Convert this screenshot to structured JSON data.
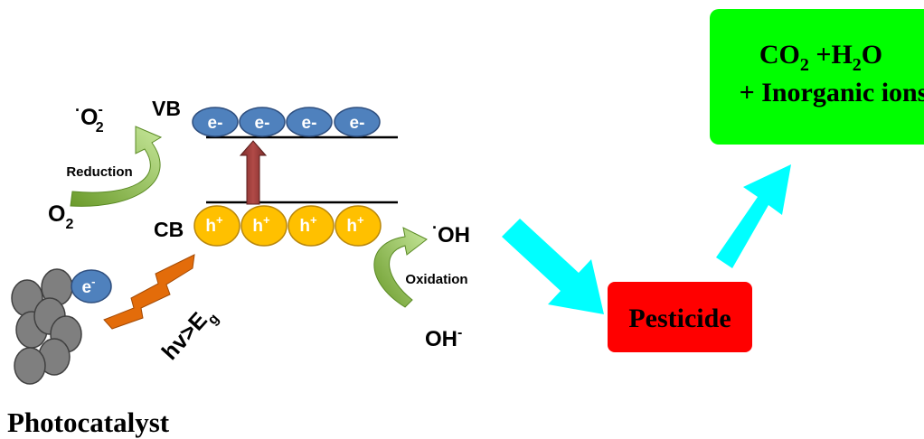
{
  "bands": {
    "vb_label": "VB",
    "cb_label": "CB",
    "electron_label": "e-",
    "hole_base": "h",
    "hole_sup": "+",
    "electrons": [
      "e-",
      "e-",
      "e-",
      "e-"
    ],
    "holes": [
      "h",
      "h",
      "h",
      "h"
    ]
  },
  "reduction": {
    "label": "Reduction",
    "reactant_base": "O",
    "reactant_sub": "2",
    "product_dot": "·",
    "product_base": "O",
    "product_sup": "-",
    "product_sub": "2"
  },
  "oxidation": {
    "label": "Oxidation",
    "reactant_base": "OH",
    "reactant_sup": "-",
    "product_dot": "·",
    "product_base": "OH"
  },
  "excitation": {
    "label_base": "hv>E",
    "label_sub": "g"
  },
  "free_electron": {
    "base": "e",
    "sup": "-"
  },
  "pesticide": {
    "label": "Pesticide"
  },
  "products": {
    "line1_a": "CO",
    "line1_sub": "2",
    "line1_b": " +H",
    "line1_sub2": "2",
    "line1_c": "O",
    "line2": "+ Inorganic ions"
  },
  "photocatalyst": {
    "label": "Photocatalyst"
  },
  "colors": {
    "electron_fill": "#4f81bd",
    "electron_stroke": "#2f4f7f",
    "hole_fill": "#ffc000",
    "hole_stroke": "#b8860b",
    "particle_fill": "#7f7f7f",
    "particle_stroke": "#404040",
    "pesticide_box": "#ff0000",
    "products_box": "#00ff00",
    "flow_arrow": "#00ffff",
    "curve_arrow": "#8dc63f",
    "lightning": "#e36c0a",
    "excite_arrow": "#953735"
  }
}
